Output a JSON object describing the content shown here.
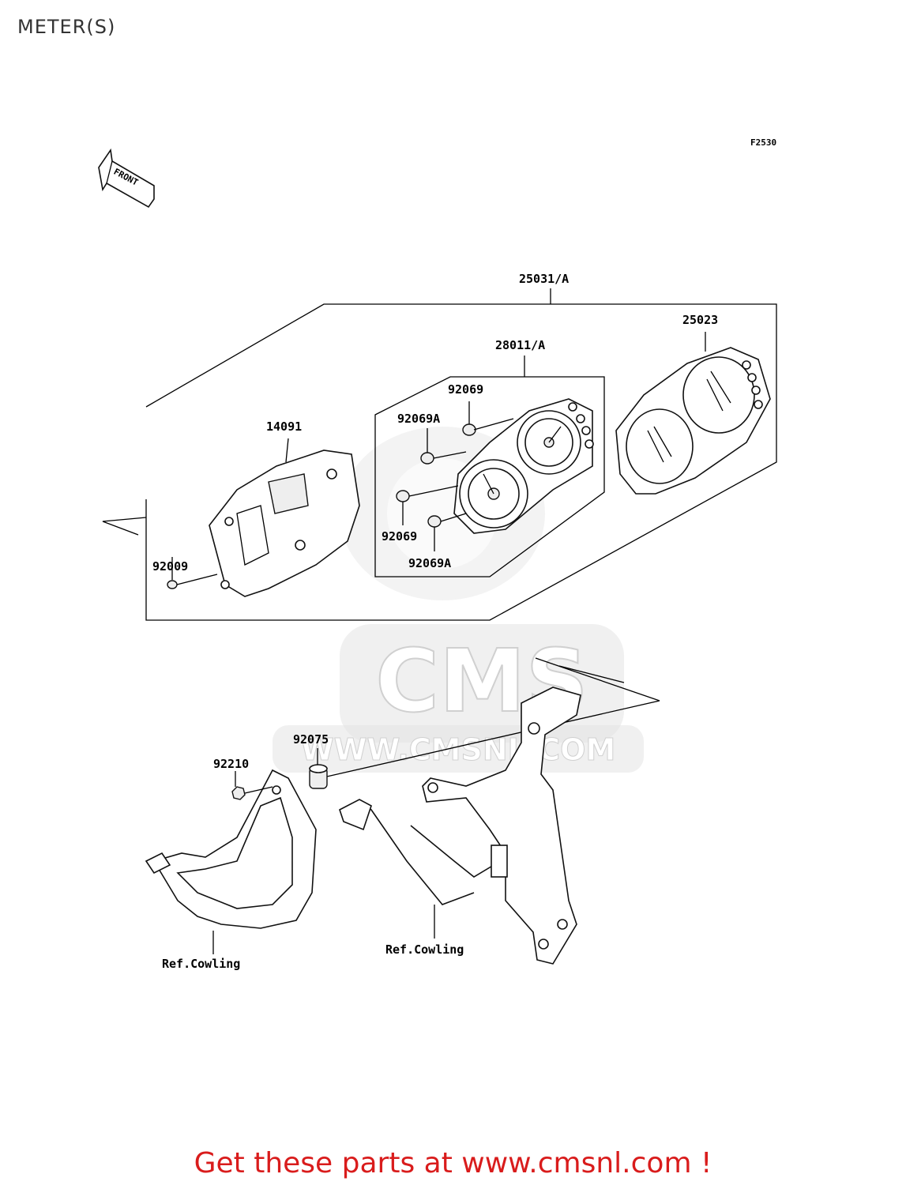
{
  "page": {
    "title": "METER(S)"
  },
  "diagram": {
    "figure_code": "F2530",
    "front_label": "FRONT",
    "watermark": {
      "brand": "CMS",
      "url": "WWW.CMSNL.COM"
    },
    "parts": [
      {
        "id": "p25031",
        "label": "25031/A"
      },
      {
        "id": "p25023",
        "label": "25023"
      },
      {
        "id": "p28011",
        "label": "28011/A"
      },
      {
        "id": "p92069_top",
        "label": "92069"
      },
      {
        "id": "p92069A_top",
        "label": "92069A"
      },
      {
        "id": "p14091",
        "label": "14091"
      },
      {
        "id": "p92069_bot",
        "label": "92069"
      },
      {
        "id": "p92069A_bot",
        "label": "92069A"
      },
      {
        "id": "p92009",
        "label": "92009"
      },
      {
        "id": "p92075",
        "label": "92075"
      },
      {
        "id": "p92210",
        "label": "92210"
      },
      {
        "id": "ref_left",
        "label": "Ref.Cowling"
      },
      {
        "id": "ref_right",
        "label": "Ref.Cowling"
      }
    ]
  },
  "promo": {
    "text": "Get these parts at www.cmsnl.com !",
    "color": "#d91c1c"
  }
}
